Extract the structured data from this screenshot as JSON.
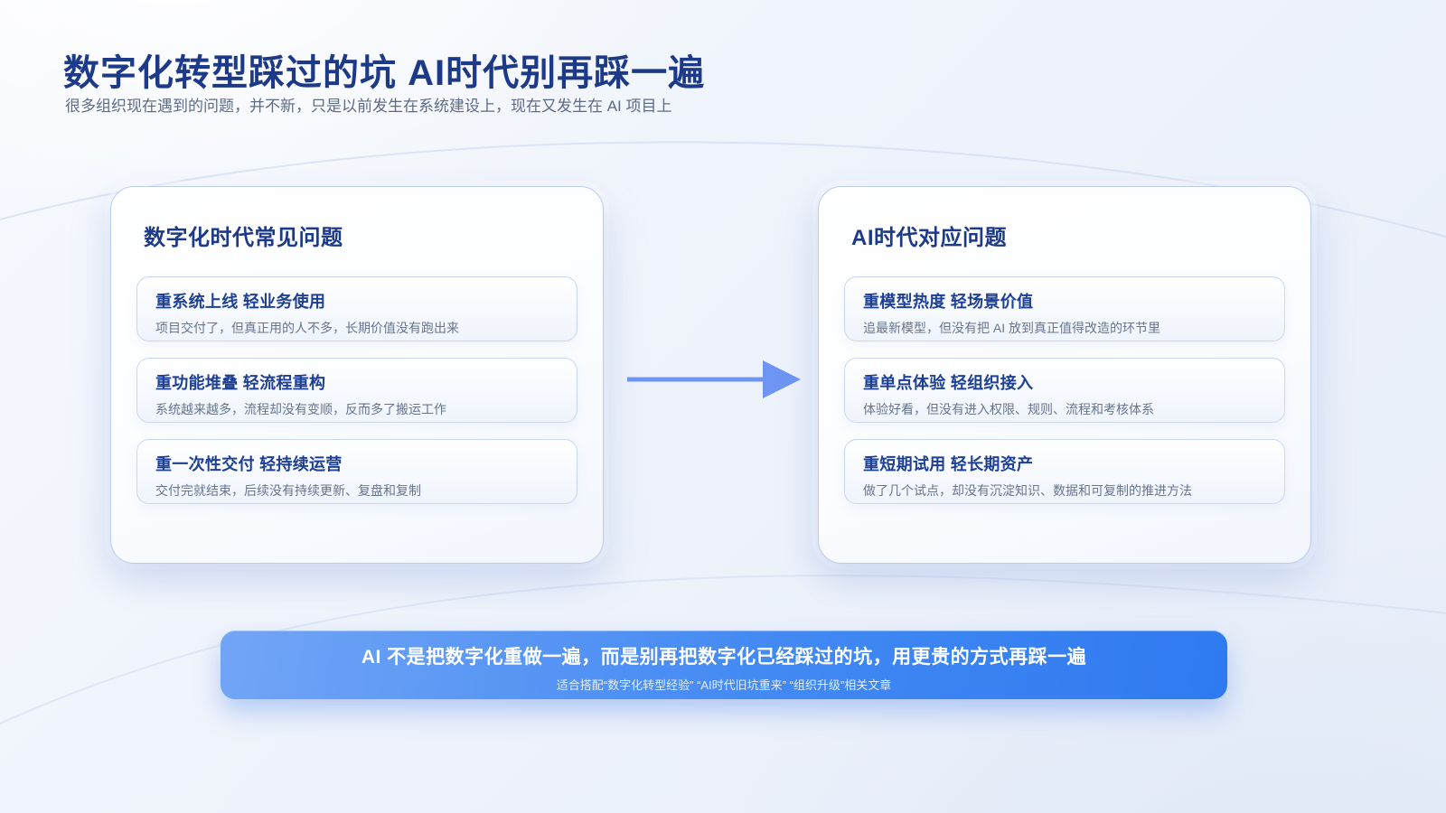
{
  "page": {
    "title": "数字化转型踩过的坑 AI时代别再踩一遍",
    "subtitle": "很多组织现在遇到的问题，并不新，只是以前发生在系统建设上，现在又发生在 AI 项目上"
  },
  "left_card": {
    "title": "数字化时代常见问题",
    "items": [
      {
        "title": "重系统上线 轻业务使用",
        "desc": "项目交付了，但真正用的人不多，长期价值没有跑出来"
      },
      {
        "title": "重功能堆叠 轻流程重构",
        "desc": "系统越来越多，流程却没有变顺，反而多了搬运工作"
      },
      {
        "title": "重一次性交付 轻持续运营",
        "desc": "交付完就结束，后续没有持续更新、复盘和复制"
      }
    ]
  },
  "right_card": {
    "title": "AI时代对应问题",
    "items": [
      {
        "title": "重模型热度 轻场景价值",
        "desc": "追最新模型，但没有把 AI 放到真正值得改造的环节里"
      },
      {
        "title": "重单点体验 轻组织接入",
        "desc": "体验好看，但没有进入权限、规则、流程和考核体系"
      },
      {
        "title": "重短期试用 轻长期资产",
        "desc": "做了几个试点，却没有沉淀知识、数据和可复制的推进方法"
      }
    ]
  },
  "banner": {
    "headline": "AI 不是把数字化重做一遍，而是别再把数字化已经踩过的坑，用更贵的方式再踩一遍",
    "subline": "适合搭配“数字化转型经验” “AI时代旧坑重来” “组织升级”相关文章"
  },
  "icons": {
    "arrow": "right-arrow"
  },
  "colors": {
    "title_navy": "#1d3a88",
    "item_title_navy": "#1e4094",
    "desc_gray": "#66758f",
    "card_border": "#bccdf0",
    "arrow_blue": "#6d95f1",
    "banner_gradient_start": "#72a5f6",
    "banner_gradient_end": "#2e7af0"
  }
}
